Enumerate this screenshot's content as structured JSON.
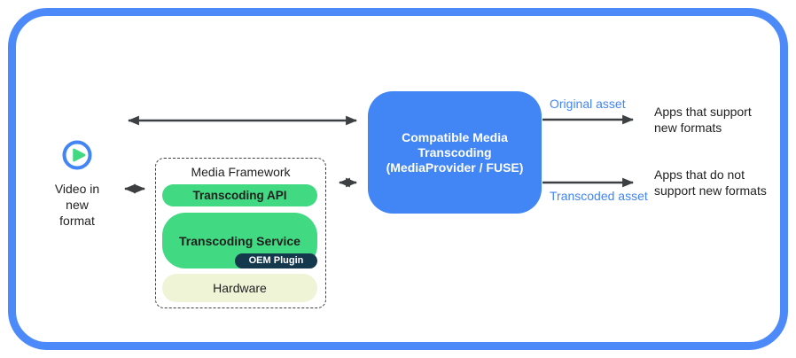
{
  "source": {
    "icon": "play-icon",
    "label": "Video in\nnew\nformat"
  },
  "media_framework": {
    "title": "Media Framework",
    "transcoding_api": "Transcoding API",
    "transcoding_service": "Transcoding Service",
    "oem_plugin": "OEM Plugin",
    "hardware": "Hardware"
  },
  "transcoder": {
    "lines": [
      "Compatible Media",
      "Transcoding",
      "(MediaProvider / FUSE)"
    ]
  },
  "outputs": {
    "original_asset_label": "Original asset",
    "transcoded_asset_label": "Transcoded asset",
    "apps_support": "Apps that support\nnew formats",
    "apps_no_support": "Apps that do not\nsupport new formats"
  },
  "colors": {
    "border_blue": "#4b8af8",
    "box_blue": "#4285f4",
    "green": "#41d981",
    "oem_navy": "#14384c",
    "hardware_cream": "#f0f4d7",
    "arrow_gray": "#3c4043",
    "asset_label_blue": "#4285f4"
  }
}
